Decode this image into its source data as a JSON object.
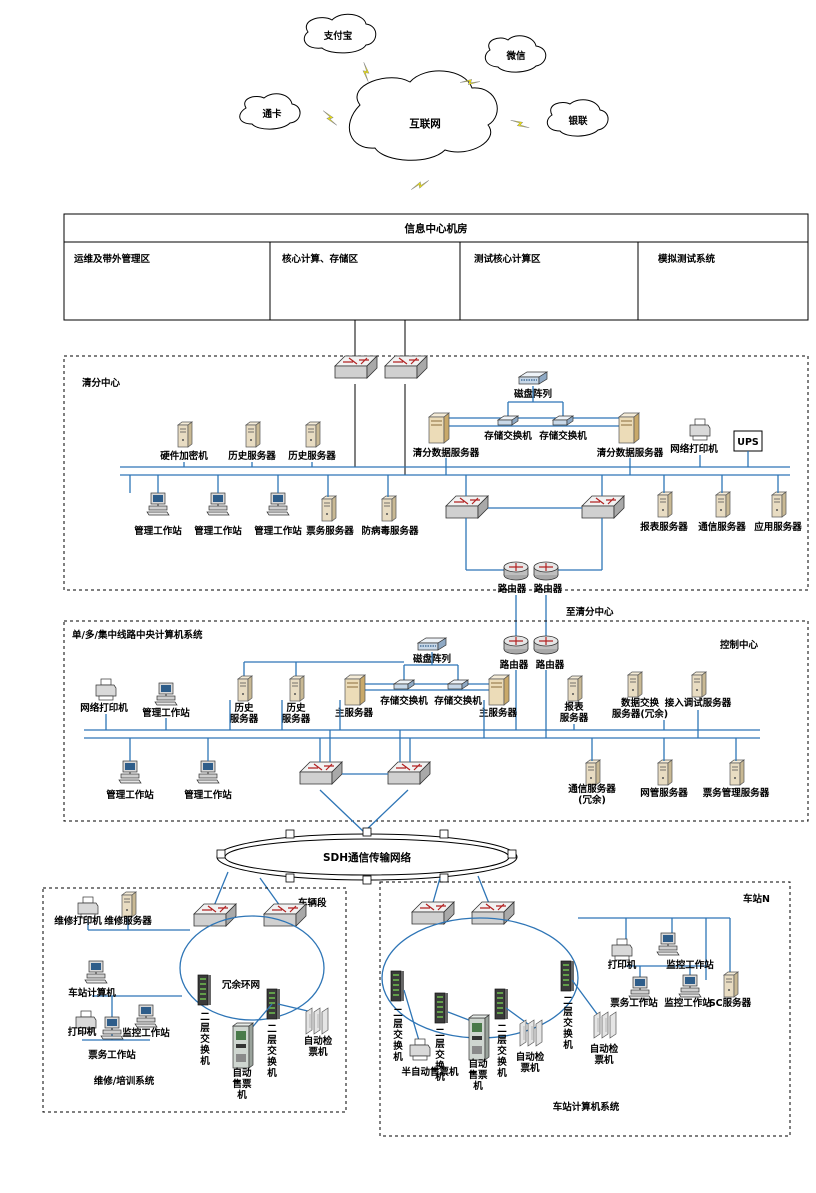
{
  "cloud": {
    "internet": "互联网",
    "alipay": "支付宝",
    "wechat": "微信",
    "tongka": "通卡",
    "unionpay": "银联"
  },
  "info_center": {
    "title": "信息中心机房",
    "zones": [
      "运维及带外管理区",
      "核心计算、存储区",
      "测试核心计算区",
      "模拟测试系统"
    ]
  },
  "clearing": {
    "title": "清分中心",
    "disk_array": "磁盘阵列",
    "storage_switch_1": "存储交换机",
    "storage_switch_2": "存储交换机",
    "hw_encryptor": "硬件加密机",
    "history_server_1": "历史服务器",
    "history_server_2": "历史服务器",
    "clear_data_server_1": "清分数据服务器",
    "clear_data_server_2": "清分数据服务器",
    "net_printer": "网络打印机",
    "ups": "UPS",
    "ws_1": "管理工作站",
    "ws_2": "管理工作站",
    "ws_3": "管理工作站",
    "ticket_server": "票务服务器",
    "antivirus_server": "防病毒服务器",
    "report_server": "报表服务器",
    "comm_server": "通信服务器",
    "app_server": "应用服务器",
    "router_1": "路由器",
    "router_2": "路由器"
  },
  "to_clearing": "至清分中心",
  "control": {
    "system_title": "单/多/集中线路中央计算机系统",
    "center_title": "控制中心",
    "router_1": "路由器",
    "router_2": "路由器",
    "disk_array": "磁盘阵列",
    "storage_switch_1": "存储交换机",
    "storage_switch_2": "存储交换机",
    "net_printer": "网络打印机",
    "ws_top": "管理工作站",
    "hist_1": [
      "历史",
      "服务器"
    ],
    "hist_2": [
      "历史",
      "服务器"
    ],
    "main_server_1": "主服务器",
    "main_server_2": "主服务器",
    "report_server": [
      "报表",
      "服务器"
    ],
    "data_exchange": [
      "数据交换",
      "服务器(冗余)"
    ],
    "access_debug": "接入调试服务器",
    "ws_bottom_1": "管理工作站",
    "ws_bottom_2": "管理工作站",
    "comm_server": [
      "通信服务器",
      "(冗余)"
    ],
    "nms_server": "网管服务器",
    "ticket_mgmt": "票务管理服务器"
  },
  "sdh": "SDH通信传输网络",
  "depot": {
    "title": "车辆段",
    "maint_printer": "维修打印机",
    "maint_server": "维修服务器",
    "station_computer": "车站计算机",
    "printer": "打印机",
    "monitor_ws": "监控工作站",
    "ticket_ws": "票务工作站",
    "redundant_ring": "冗余环网",
    "l2_switch_1": [
      "二",
      "层",
      "交",
      "换",
      "机"
    ],
    "l2_switch_2": [
      "二",
      "层",
      "交",
      "换",
      "机"
    ],
    "tvm": [
      "自动",
      "售票",
      "机"
    ],
    "gate": [
      "自动检",
      "票机"
    ],
    "system_title": "维修/培训系统"
  },
  "station": {
    "title": "车站N",
    "printer": "打印机",
    "monitor_ws_1": "监控工作站",
    "ticket_ws": "票务工作站",
    "monitor_ws_2": "监控工作站",
    "sc_server": "SC服务器",
    "l2_switch_1": [
      "二",
      "层",
      "交",
      "换",
      "机"
    ],
    "l2_switch_2": [
      "二",
      "层",
      "交",
      "换",
      "机"
    ],
    "l2_switch_3": [
      "二",
      "层",
      "交",
      "换",
      "机"
    ],
    "l2_switch_4": [
      "二",
      "层",
      "交",
      "换",
      "机"
    ],
    "semi_auto": "半自动售票机",
    "tvm": [
      "自动",
      "售票",
      "机"
    ],
    "gate_1": [
      "自动检",
      "票机"
    ],
    "gate_2": [
      "自动检",
      "票机"
    ],
    "system_title": "车站计算机系统"
  },
  "colors": {
    "network_line": "#2e75b6",
    "server_body": "#e8dcc2",
    "switch_body": "#d9d9d9"
  }
}
